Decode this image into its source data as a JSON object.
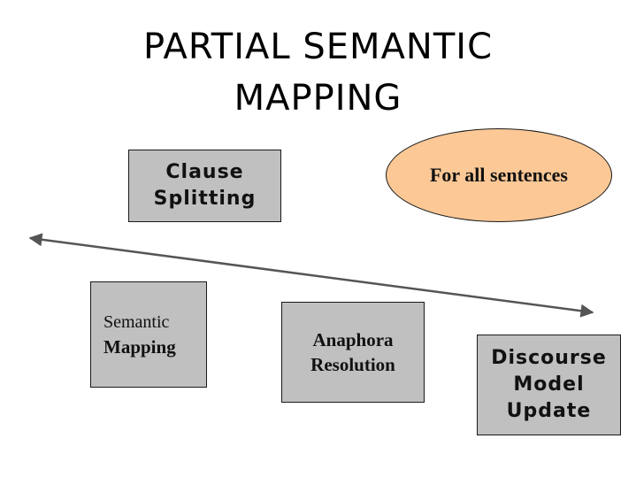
{
  "title": {
    "line1": "PARTIAL SEMANTIC",
    "line2": "MAPPING"
  },
  "boxes": {
    "clause": {
      "line1": "Clause",
      "line2": "Splitting"
    },
    "semantic": {
      "line1": "Semantic",
      "line2": "Mapping"
    },
    "anaphora": {
      "line1": "Anaphora",
      "line2": "Resolution"
    },
    "discourse": {
      "line1": "Discourse",
      "line2": "Model",
      "line3": "Update"
    }
  },
  "ellipse": {
    "label": "For all sentences",
    "fill": "#fbc896"
  },
  "connector": {
    "type": "double-headed-arrow"
  }
}
